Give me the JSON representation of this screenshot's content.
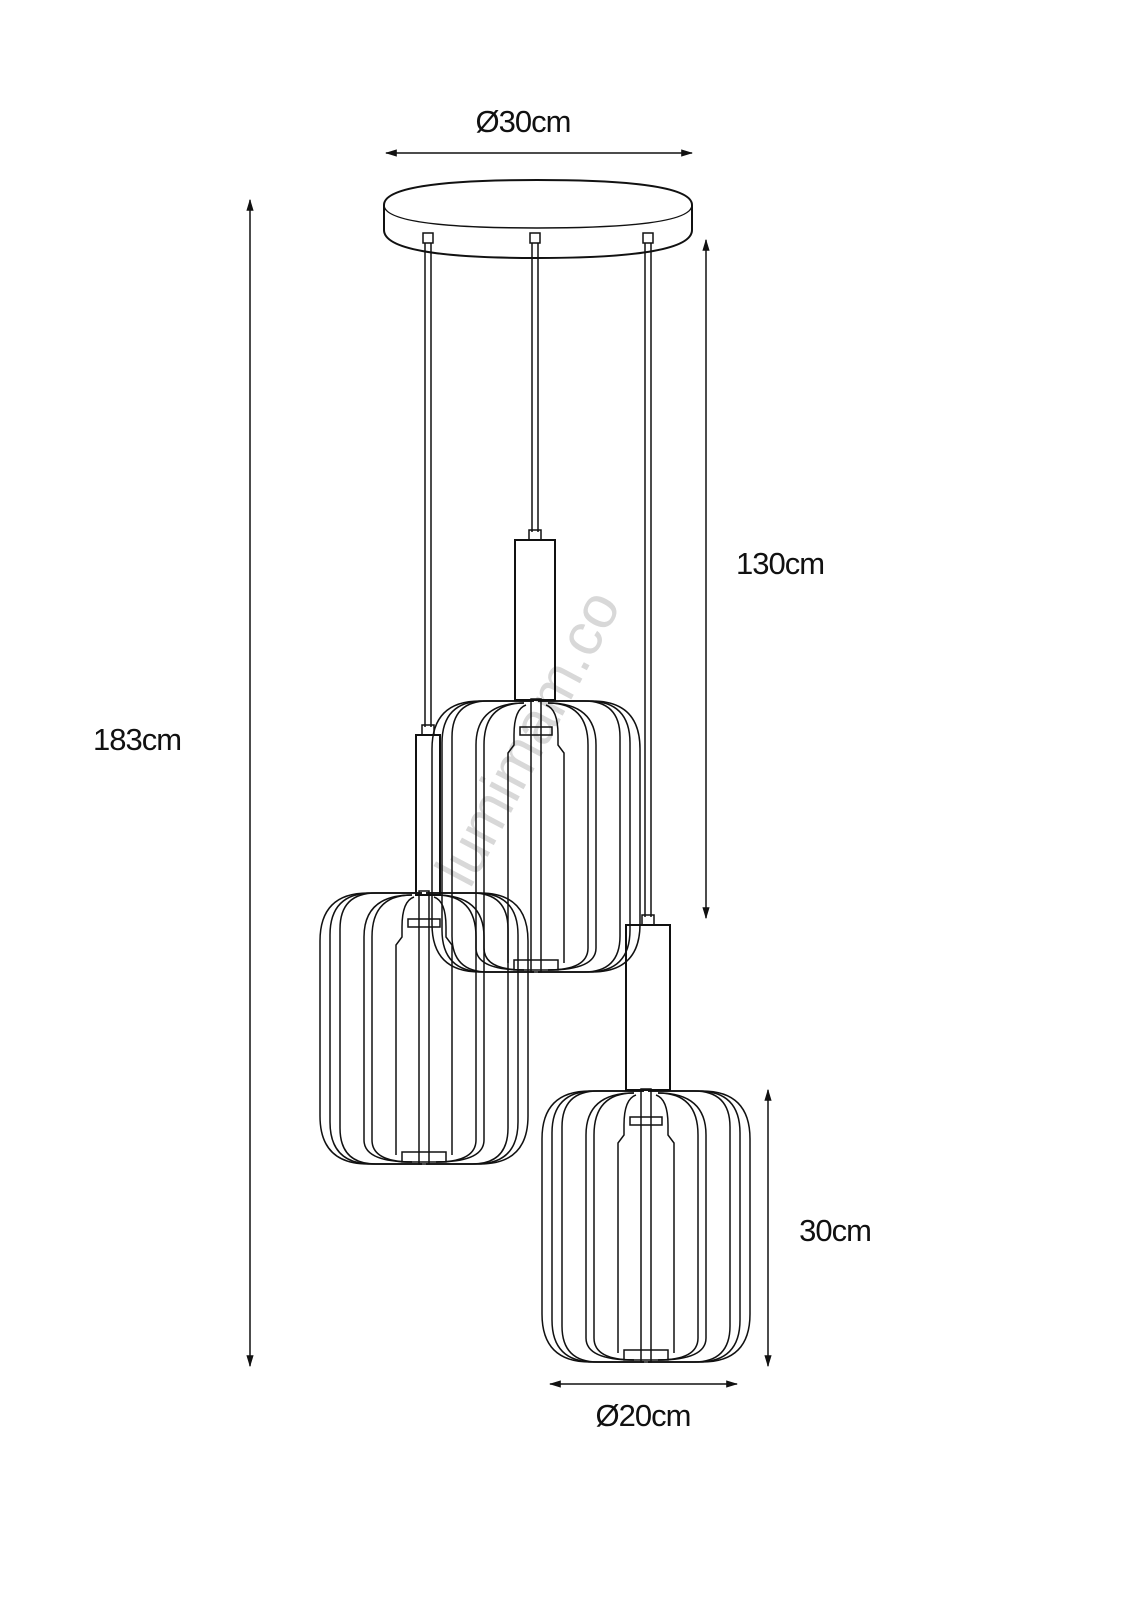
{
  "dimensions": {
    "canopy_diameter": "Ø30cm",
    "total_height": "183cm",
    "cable_length": "130cm",
    "shade_height": "30cm",
    "shade_diameter": "Ø20cm"
  },
  "watermark": "lumimam.co",
  "colors": {
    "line": "#111111",
    "watermark": "#d8d8d8"
  }
}
